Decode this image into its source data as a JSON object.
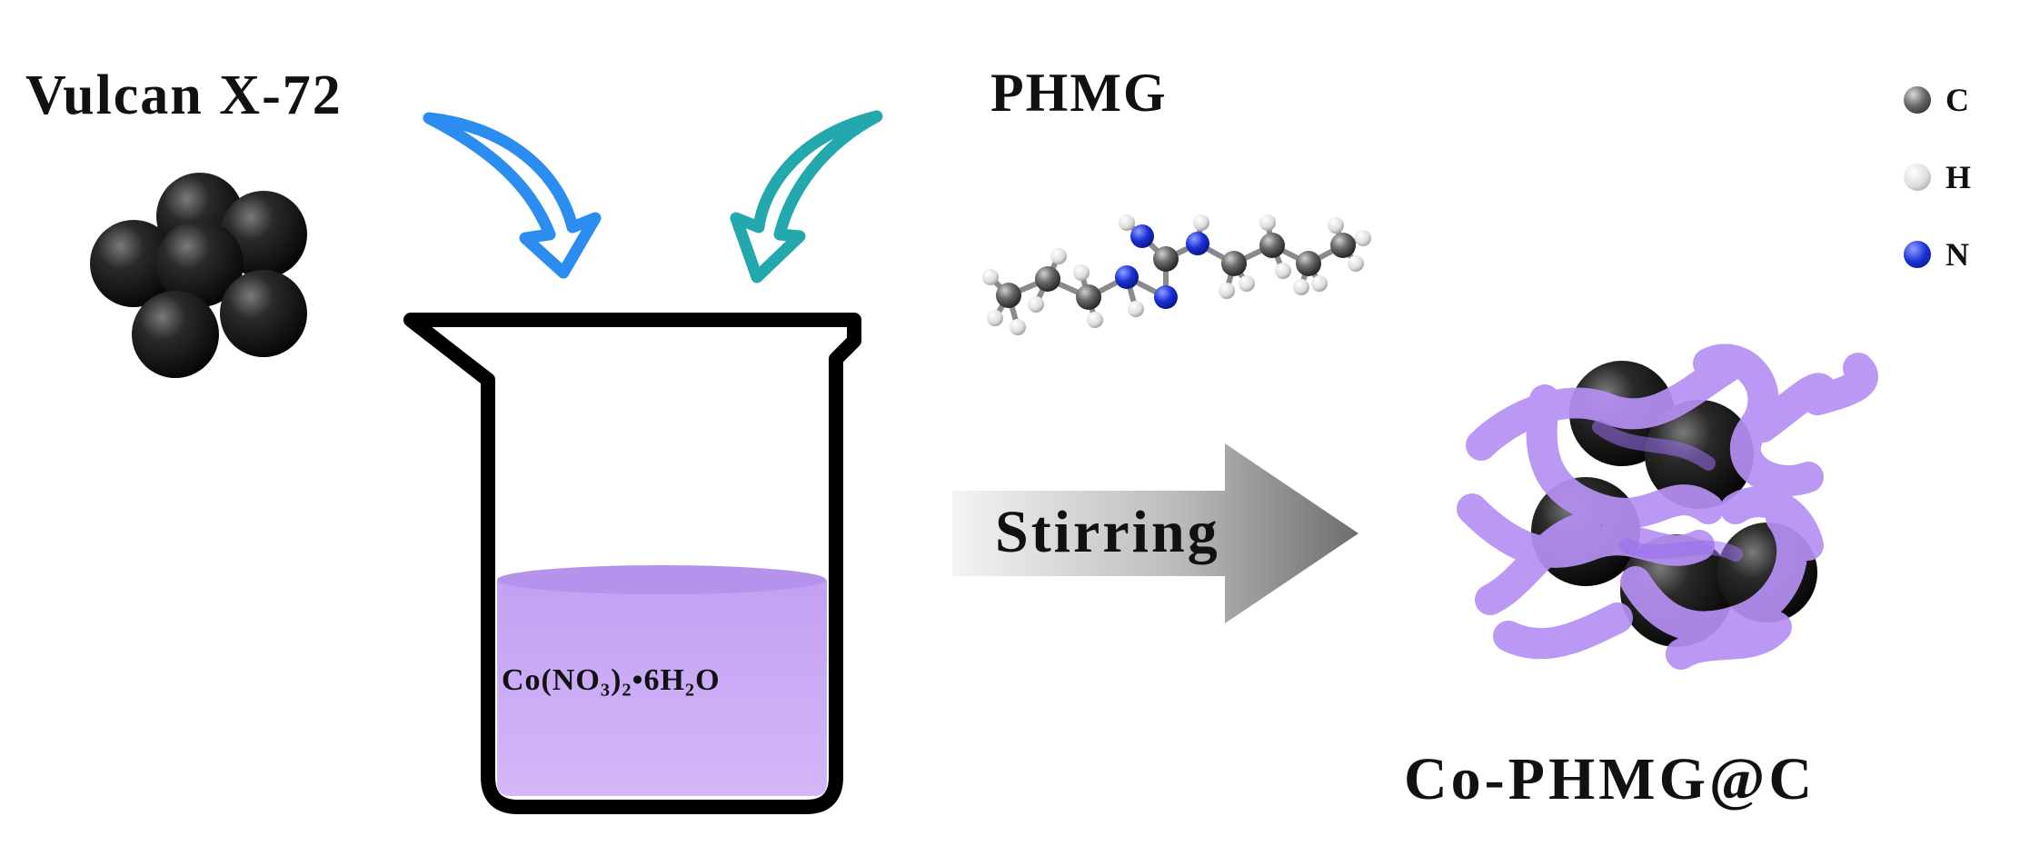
{
  "labels": {
    "vulcan": "Vulcan X-72",
    "phmg": "PHMG",
    "stirring": "Stirring",
    "product": "Co-PHMG@C",
    "salt": "Co(NO₃)₂•6H₂O"
  },
  "legend": [
    {
      "symbol": "C",
      "color": "#3a3a3a"
    },
    {
      "symbol": "H",
      "color": "#e6e6e6"
    },
    {
      "symbol": "N",
      "color": "#1a2fd8"
    }
  ],
  "colors": {
    "arrow_left": "#2c8df0",
    "arrow_right": "#22a8ad",
    "solution": "#c9a6f7",
    "polymer": "#b58cf2",
    "particle": "#1c1c1c"
  }
}
